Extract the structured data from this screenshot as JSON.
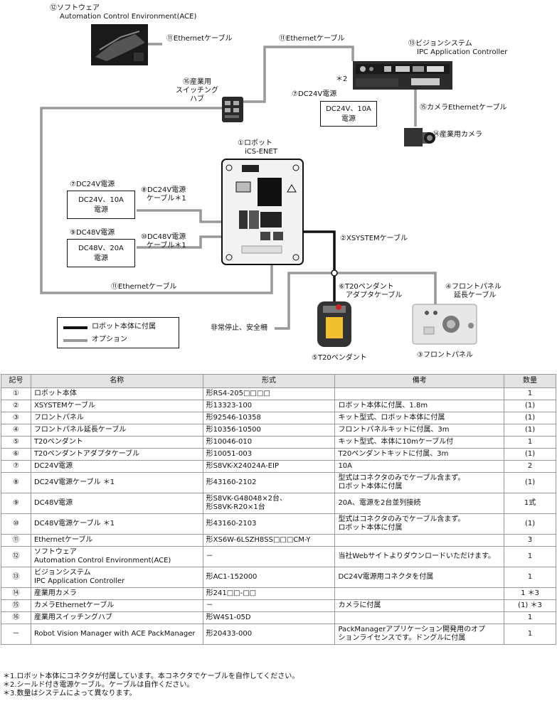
{
  "diagram": {
    "software_label": [
      "⑫ソフトウェア",
      "Automation Control Environment(ACE)"
    ],
    "ethernet_cable_label": "⑪Ethernetケーブル",
    "hub_label": [
      "⑯産業用",
      "スイッチング",
      "ハブ"
    ],
    "vision_label": [
      "⑬ビジョンシステム",
      "IPC Application Controller"
    ],
    "note_star2": "＊2",
    "dc24_label_top": "⑦DC24V電源",
    "dc24_box_top": [
      "DC24V、10A",
      "電源"
    ],
    "camera_cable_label": "⑮カメラEthernetケーブル",
    "camera_label": "⑭産業用カメラ",
    "robot_label": [
      "①ロボット",
      "iCS-ENET"
    ],
    "dc24_label": "⑦DC24V電源",
    "dc24_box": [
      "DC24V、10A",
      "電源"
    ],
    "dc24_cable_label": [
      "⑧DC24V電源",
      "ケーブル＊1"
    ],
    "dc48_label": "⑨DC48V電源",
    "dc48_box": [
      "DC48V、20A",
      "電源"
    ],
    "dc48_cable_label": [
      "⑩DC48V電源",
      "ケーブル＊1"
    ],
    "xsystem_label": "②XSYSTEMケーブル",
    "t20_adapter_label": [
      "⑥T20ペンダント",
      "アダプタケーブル"
    ],
    "front_ext_label": [
      "④フロントパネル",
      "延長ケーブル"
    ],
    "estop_label": "非常停止、安全柵",
    "t20_label": "⑤T20ペンダント",
    "front_label": "③フロントパネル",
    "legend": {
      "standard": "ロボット本体に付属",
      "option": "オプション"
    },
    "colors": {
      "standard": "#111111",
      "option": "#999999"
    }
  },
  "table": {
    "headers": [
      "記号",
      "名称",
      "形式",
      "備考",
      "数量"
    ],
    "rows": [
      {
        "no": "①",
        "name": [
          "ロボット本体"
        ],
        "model": [
          "形RS4-205□□□□"
        ],
        "note": [
          ""
        ],
        "qty": "1"
      },
      {
        "no": "②",
        "name": [
          "XSYSTEMケーブル"
        ],
        "model": [
          "形13323-100"
        ],
        "note": [
          "ロボット本体に付属、1.8m"
        ],
        "qty": "(1)"
      },
      {
        "no": "③",
        "name": [
          "フロントパネル"
        ],
        "model": [
          "形92546-10358"
        ],
        "note": [
          "キット型式、ロボット本体に付属"
        ],
        "qty": "(1)"
      },
      {
        "no": "④",
        "name": [
          "フロントパネル延長ケーブル"
        ],
        "model": [
          "形10356-10500"
        ],
        "note": [
          "フロントパネルキットに付属、3m"
        ],
        "qty": "(1)"
      },
      {
        "no": "⑤",
        "name": [
          "T20ペンダント"
        ],
        "model": [
          "形10046-010"
        ],
        "note": [
          "キット型式、本体に10mケーブル付"
        ],
        "qty": "1"
      },
      {
        "no": "⑥",
        "name": [
          "T20ペンダントアダプタケーブル"
        ],
        "model": [
          "形10051-003"
        ],
        "note": [
          "T20ペンダントキットに付属、3m"
        ],
        "qty": "(1)"
      },
      {
        "no": "⑦",
        "name": [
          "DC24V電源"
        ],
        "model": [
          "形S8VK-X24024A-EIP"
        ],
        "note": [
          "10A"
        ],
        "qty": "2"
      },
      {
        "no": "⑧",
        "name": [
          "DC24V電源ケーブル ＊1"
        ],
        "model": [
          "形43160-2102"
        ],
        "note": [
          "型式はコネクタのみでケーブル含まず。",
          "ロボット本体に付属"
        ],
        "qty": "(1)"
      },
      {
        "no": "⑨",
        "name": [
          "DC48V電源"
        ],
        "model": [
          "形S8VK-G48048×2台、",
          "形S8VK-R20×1台"
        ],
        "note": [
          "20A、電源を2台並列接続"
        ],
        "qty": "1式"
      },
      {
        "no": "⑩",
        "name": [
          "DC48V電源ケーブル ＊1"
        ],
        "model": [
          "形43160-2103"
        ],
        "note": [
          "型式はコネクタのみでケーブル含まず。",
          "ロボット本体に付属"
        ],
        "qty": "(1)"
      },
      {
        "no": "⑪",
        "name": [
          "Ethernetケーブル"
        ],
        "model": [
          "形XS6W-6LSZH8SS□□□CM-Y"
        ],
        "note": [
          ""
        ],
        "qty": "3"
      },
      {
        "no": "⑫",
        "name": [
          "ソフトウェア",
          "Automation Control Environment(ACE)"
        ],
        "model": [
          "－"
        ],
        "note": [
          "当社Webサイトよりダウンロードいただけます。"
        ],
        "qty": "1"
      },
      {
        "no": "⑬",
        "name": [
          "ビジョンシステム",
          "IPC Application Controller"
        ],
        "model": [
          "形AC1-152000"
        ],
        "note": [
          "DC24V電源用コネクタを付属"
        ],
        "qty": "1"
      },
      {
        "no": "⑭",
        "name": [
          "産業用カメラ"
        ],
        "model": [
          "形241□□-□□"
        ],
        "note": [
          ""
        ],
        "qty": "1 ＊3"
      },
      {
        "no": "⑮",
        "name": [
          "カメラEthernetケーブル"
        ],
        "model": [
          "－"
        ],
        "note": [
          "カメラに付属"
        ],
        "qty": "(1) ＊3"
      },
      {
        "no": "⑯",
        "name": [
          "産業用スイッチングハブ"
        ],
        "model": [
          "形W4S1-05D"
        ],
        "note": [
          ""
        ],
        "qty": "1"
      },
      {
        "no": "－",
        "name": [
          "Robot Vision Manager with ACE PackManager"
        ],
        "model": [
          "形20433-000"
        ],
        "note": [
          "PackManagerアプリケーション開発用のオプ",
          "ションライセンスです。ドングルに付属"
        ],
        "qty": "1"
      }
    ]
  },
  "notes": [
    "＊1.ロボット本体にコネクタが付属しています。本コネクタでケーブルを自作してください。",
    "＊2.シールド付き電源ケーブル。ケーブルは自作ください。",
    "＊3.数量はシステムによって異なります。"
  ]
}
